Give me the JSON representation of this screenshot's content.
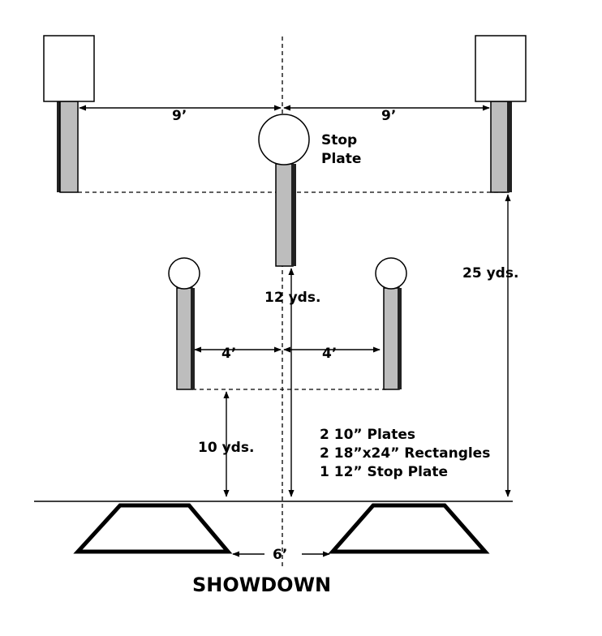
{
  "diagram": {
    "title": "SHOWDOWN",
    "labels": {
      "rect_spacing_left": "9’",
      "rect_spacing_right": "9’",
      "stop_plate": [
        "Stop",
        "Plate"
      ],
      "distance_25": "25 yds.",
      "distance_12": "12 yds.",
      "plate_spacing_left": "4’",
      "plate_spacing_right": "4’",
      "distance_10": "10 yds.",
      "box_spacing": "6’"
    },
    "legend": [
      "2 10” Plates",
      "2 18”x24” Rectangles",
      "1 12” Stop Plate"
    ]
  }
}
